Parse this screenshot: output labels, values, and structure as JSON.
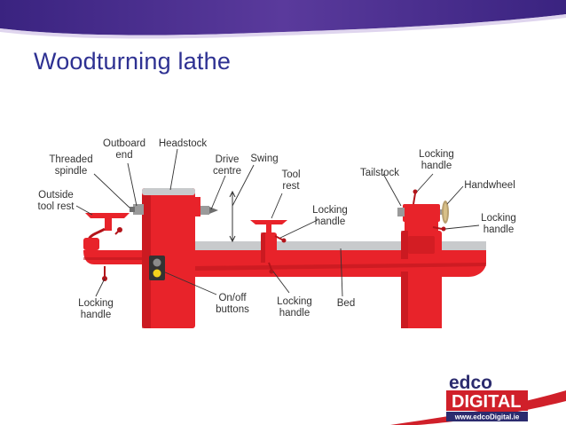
{
  "slide": {
    "title": "Woodturning lathe"
  },
  "diagram": {
    "labels": {
      "threaded_spindle_1": "Threaded",
      "threaded_spindle_2": "spindle",
      "outboard_end_1": "Outboard",
      "outboard_end_2": "end",
      "headstock": "Headstock",
      "drive_centre_1": "Drive",
      "drive_centre_2": "centre",
      "swing": "Swing",
      "tool_rest_1": "Tool",
      "tool_rest_2": "rest",
      "outside_tool_rest_1": "Outside",
      "outside_tool_rest_2": "tool rest",
      "locking_handle_mid_1": "Locking",
      "locking_handle_mid_2": "handle",
      "tailstock": "Tailstock",
      "locking_handle_top_1": "Locking",
      "locking_handle_top_2": "handle",
      "handwheel": "Handwheel",
      "locking_handle_right_1": "Locking",
      "locking_handle_right_2": "handle",
      "locking_handle_left_1": "Locking",
      "locking_handle_left_2": "handle",
      "onoff_1": "On/off",
      "onoff_2": "buttons",
      "locking_handle_bottom_1": "Locking",
      "locking_handle_bottom_2": "handle",
      "bed": "Bed"
    }
  },
  "logo": {
    "top": "edco",
    "main": "DIGITAL",
    "url": "www.edcoDigital.ie"
  },
  "colors": {
    "title": "#2e3192",
    "swoosh": "#4a2a8c",
    "lathe_red": "#e8232a",
    "lathe_dark_red": "#b3141a",
    "bed_grey": "#c8cacc",
    "logo_red": "#d0202a",
    "logo_navy": "#2b2b6e"
  }
}
